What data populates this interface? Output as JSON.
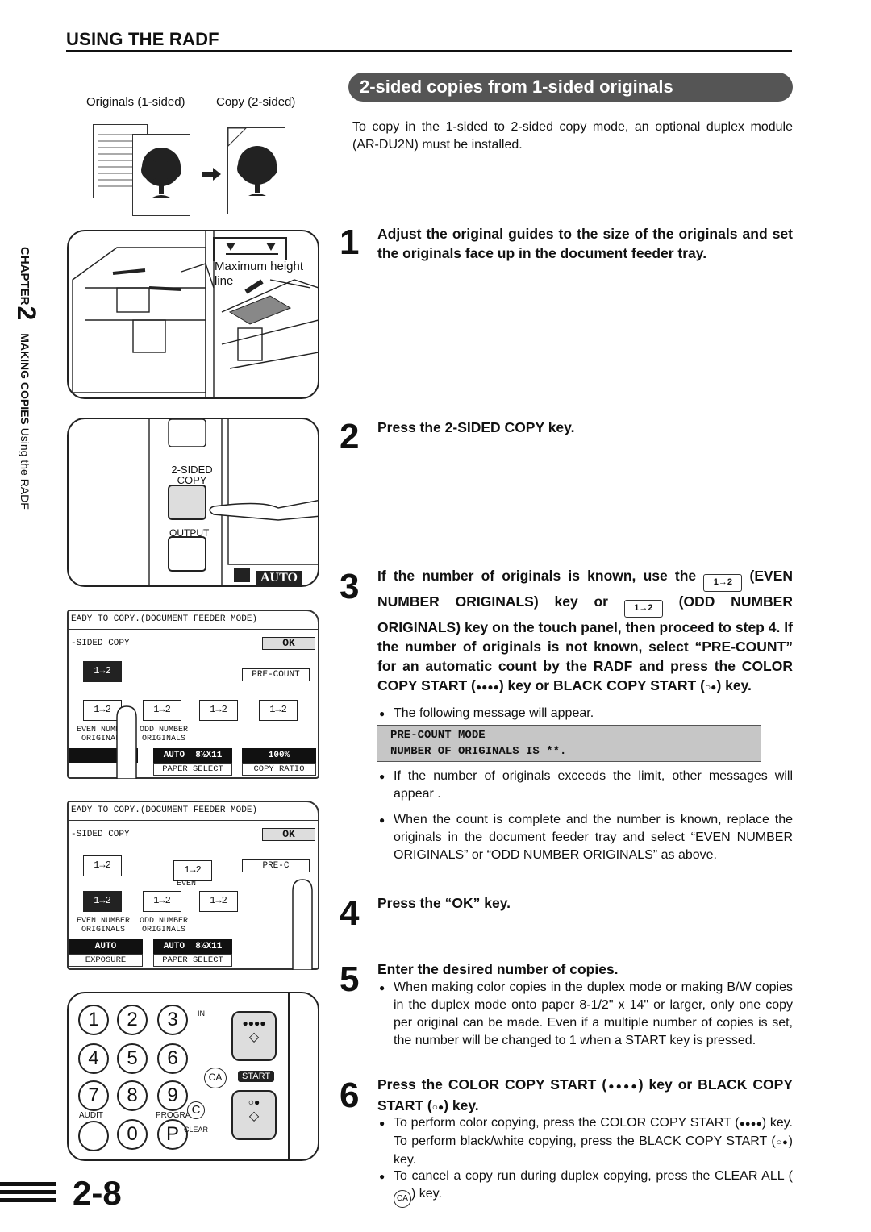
{
  "header": {
    "section_title": "USING THE RADF",
    "subsection_title": "2-sided copies from 1-sided originals",
    "intro": "To copy in the 1-sided to 2-sided copy mode, an optional duplex module (AR-DU2N) must be installed."
  },
  "side_tab": {
    "chapter_word": "CHAPTER",
    "chapter_number": "2",
    "section_name": "MAKING COPIES",
    "subsection_name": "Using the RADF"
  },
  "illustration_1": {
    "label_originals": "Originals (1-sided)",
    "label_copy": "Copy (2-sided)"
  },
  "illustration_2": {
    "label_max_height": "Maximum height",
    "label_line": "line"
  },
  "illustration_3": {
    "key_label_1": "2-SIDED",
    "key_label_2": "COPY",
    "output_label": "OUTPUT",
    "auto_label": "AUTO"
  },
  "screen_1": {
    "status": "EADY TO COPY.(DOCUMENT FEEDER MODE)",
    "mode": "-SIDED COPY",
    "ok": "OK",
    "precount": "PRE-COUNT",
    "even_label_1": "EVEN NUMBER",
    "even_label_2": "ORIGINALS",
    "odd_label_1": "ODD NUMBER",
    "odd_label_2": "ORIGINALS",
    "auto": "AUTO",
    "paper_size": "8½X11",
    "ratio": "100%",
    "paper_select": "PAPER SELECT",
    "copy_ratio": "COPY RATIO"
  },
  "screen_2": {
    "status": "EADY TO COPY.(DOCUMENT FEEDER MODE)",
    "mode": "-SIDED COPY",
    "ok": "OK",
    "precount": "PRE-C",
    "even_small": "EVEN",
    "even_label_1": "EVEN NUMBER",
    "even_label_2": "ORIGINALS",
    "odd_label_1": "ODD NUMBER",
    "odd_label_2": "ORIGINALS",
    "auto": "AUTO",
    "paper_size": "8½X11",
    "exposure": "EXPOSURE",
    "paper_select": "PAPER SELECT"
  },
  "keypad": {
    "keys": [
      "1",
      "2",
      "3",
      "4",
      "5",
      "6",
      "7",
      "8",
      "9",
      "0"
    ],
    "audit": "AUDIT",
    "progra": "PROGRA",
    "c_key": "C",
    "clear": "CLEAR",
    "p_key": "P",
    "ca_key": "CA",
    "start": "START",
    "int_label": "IN"
  },
  "steps": [
    {
      "num": "1",
      "text": "Adjust the original guides to the size of the originals and set the originals face up in the document feeder tray."
    },
    {
      "num": "2",
      "text": "Press the 2-SIDED COPY key."
    },
    {
      "num": "3"
    },
    {
      "num": "4",
      "text": "Press the “OK” key."
    },
    {
      "num": "5",
      "text": "Enter the desired number of copies."
    },
    {
      "num": "6"
    }
  ],
  "step3": {
    "part_a": "If the number of originals is known, use the",
    "part_b": "(EVEN NUMBER ORIGINALS) key or",
    "part_c": "(ODD NUMBER ORIGINALS) key on the touch panel, then proceed to step 4. If the number of originals is not known, select “PRE-COUNT” for an automatic count by the RADF and press the COLOR COPY START (",
    "part_d": ") key or BLACK COPY START (",
    "part_e": ") key.",
    "bullet_1": "The following message will appear.",
    "message_line_1": "PRE-COUNT MODE",
    "message_line_2": "NUMBER OF ORIGINALS IS **.",
    "bullet_2": "If the number of originals exceeds the limit, other messages will appear .",
    "bullet_3": "When the count is complete and the number is known, replace the originals in the document feeder tray and select “EVEN NUMBER ORIGINALS” or “ODD NUMBER ORIGINALS” as above."
  },
  "step5": {
    "bullet_1": "When making color copies in the duplex mode or making B/W copies in the duplex mode onto paper 8-1/2\" x 14\" or larger, only one copy per original can be made. Even if a multiple number of copies is set, the number will be changed to 1 when a START key is pressed."
  },
  "step6": {
    "part_a": "Press the COLOR COPY START (",
    "part_b": ") key or BLACK COPY START (",
    "part_c": ") key.",
    "bullet_1a": "To perform color copying, press the COLOR COPY START (",
    "bullet_1b": ") key. To perform black/white copying, press the BLACK COPY START (",
    "bullet_1c": ") key.",
    "bullet_2a": "To cancel a copy run during duplex copying, press the CLEAR ALL (",
    "bullet_2b": ") key.",
    "ca": "CA"
  },
  "icons": {
    "color_start": "●●●●",
    "black_start": "○●",
    "duplex_key": "1→2"
  },
  "page_number": "2-8"
}
